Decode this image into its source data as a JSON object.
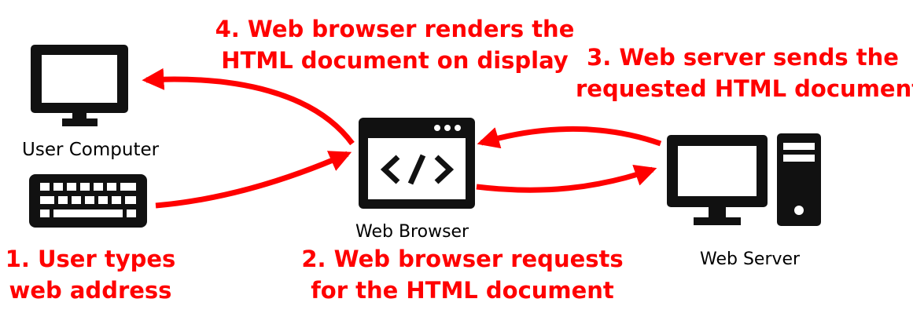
{
  "colors": {
    "accent": "#ff0000",
    "icon": "#111111",
    "background": "#ffffff"
  },
  "nodes": {
    "user_computer": {
      "label": "User Computer",
      "icons": [
        "monitor-icon",
        "keyboard-icon"
      ]
    },
    "web_browser": {
      "label": "Web Browser",
      "icon": "code-window-icon"
    },
    "web_server": {
      "label": "Web Server",
      "icon": "server-workstation-icon"
    }
  },
  "steps": [
    {
      "lines": [
        "1. User types",
        "web address"
      ]
    },
    {
      "lines": [
        "2. Web browser requests",
        "for the HTML document"
      ]
    },
    {
      "lines": [
        "3. Web server sends the",
        "requested HTML document"
      ]
    },
    {
      "lines": [
        "4. Web browser renders the",
        "HTML document on display"
      ]
    }
  ]
}
